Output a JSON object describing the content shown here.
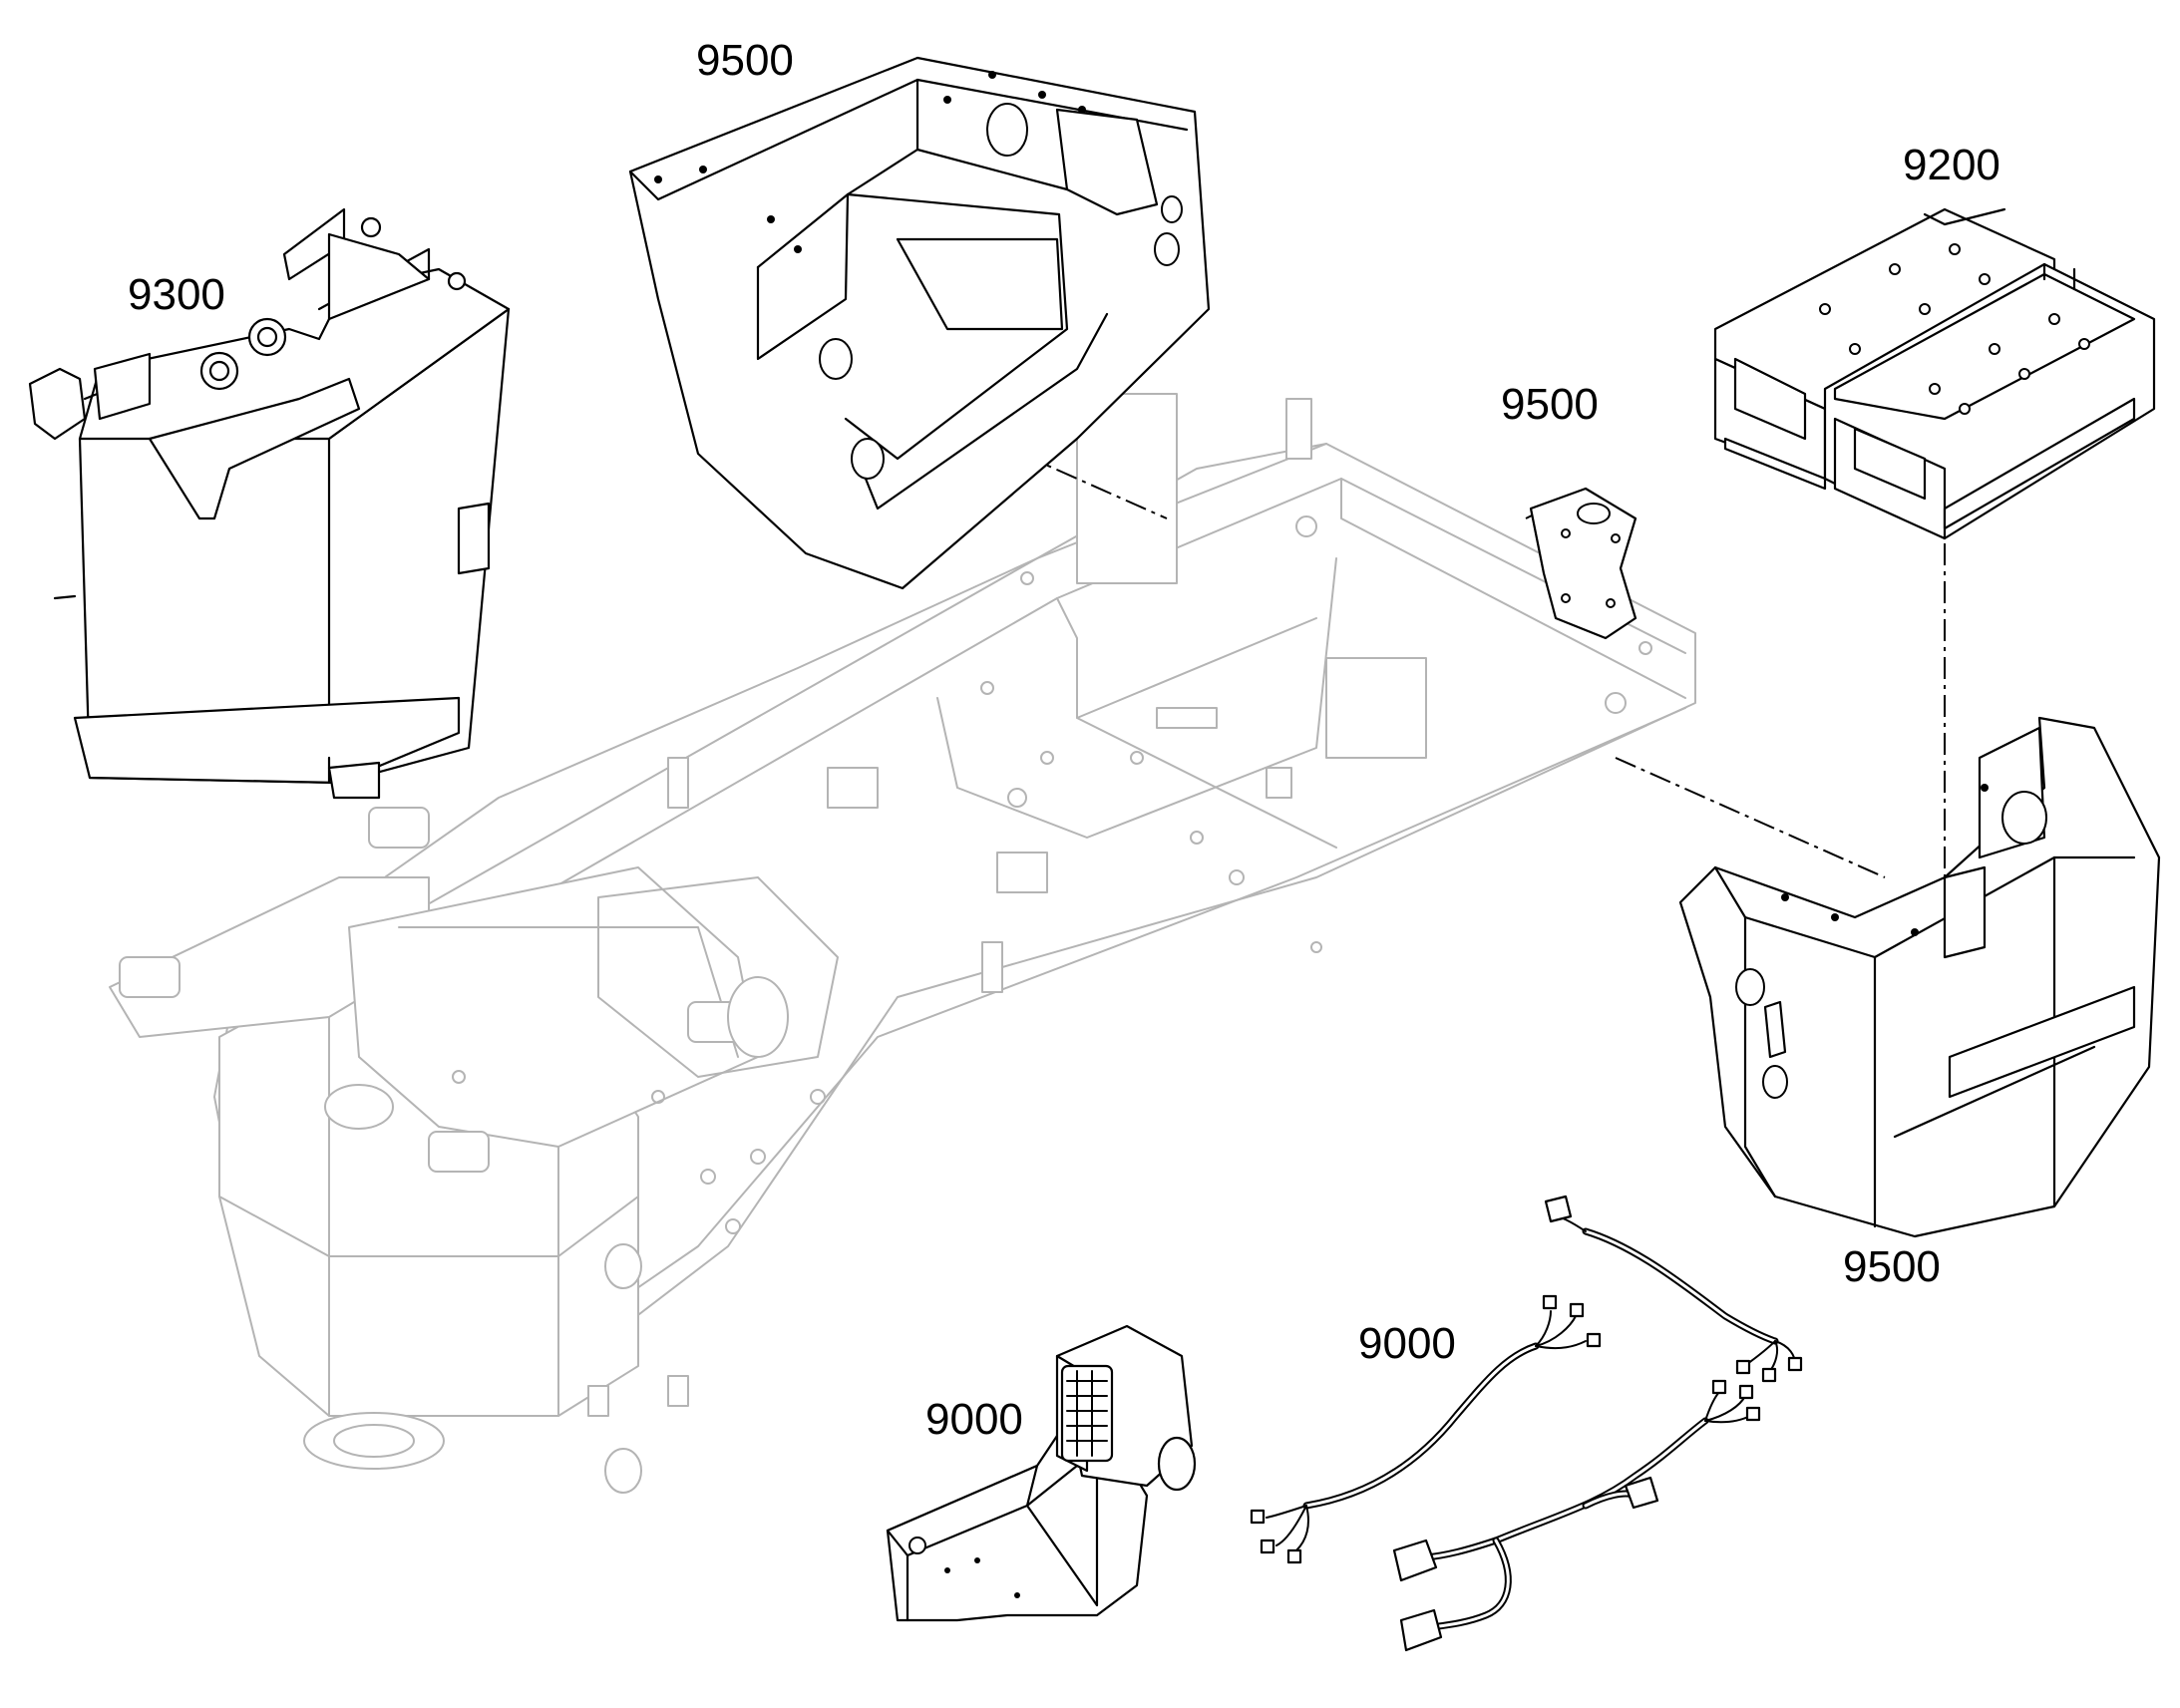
{
  "callouts": {
    "counterweight_top": "9500",
    "fuel_tank": "9300",
    "battery_box": "9200",
    "bracket": "9500",
    "counterweight_rear": "9500",
    "harness": "9000",
    "work_lamp": "9000"
  },
  "colors": {
    "line": "#000000",
    "ghost_line": "#b4b4b4",
    "background": "#ffffff"
  }
}
